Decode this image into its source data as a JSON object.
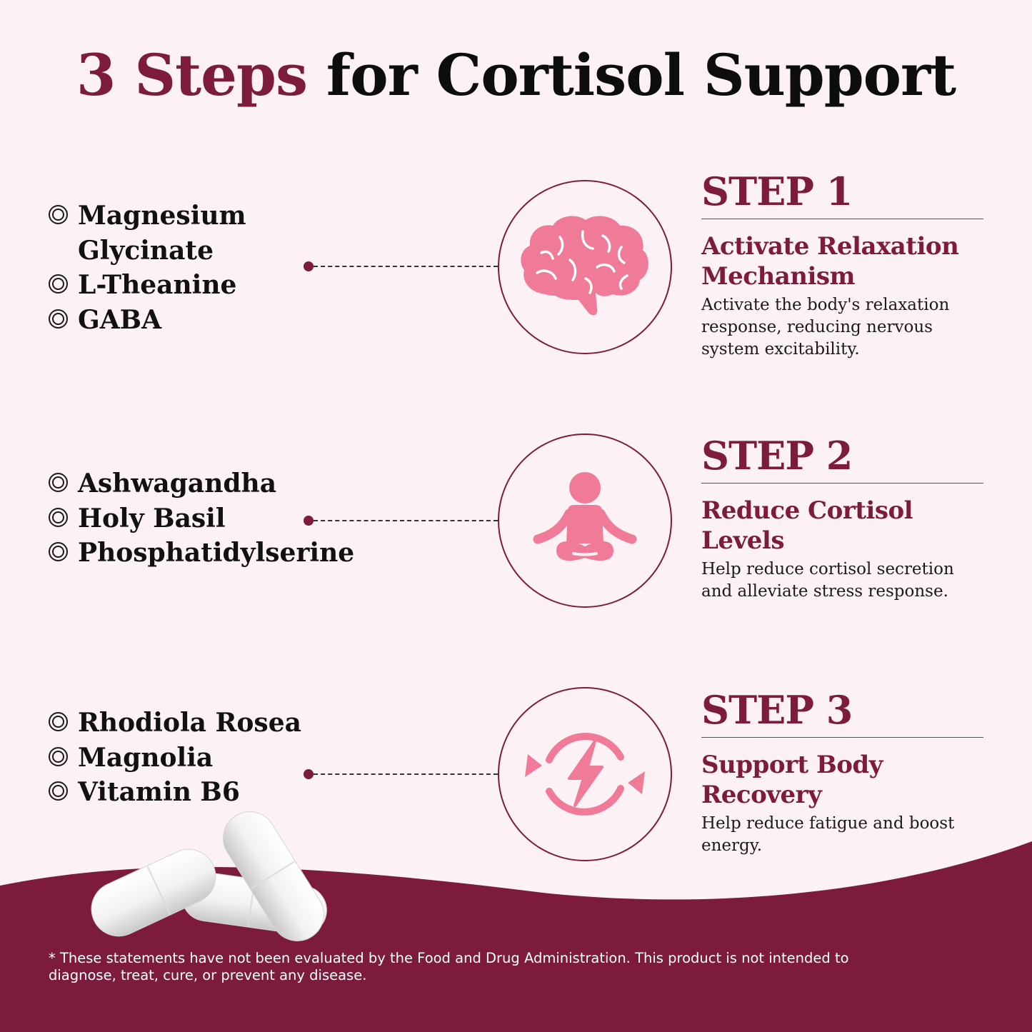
{
  "title": {
    "accent": "3 Steps",
    "rest": "for Cortisol Support"
  },
  "colors": {
    "accent": "#7d1b3c",
    "icon_pink": "#f07b98",
    "background": "#fcf1f5"
  },
  "steps": [
    {
      "label": "STEP 1",
      "heading": "Activate Relaxation Mechanism",
      "description": "Activate the body's relaxation response, reducing nervous system excitability.",
      "icon": "brain-icon",
      "ingredients": [
        "Magnesium Glycinate",
        "L-Theanine",
        "GABA"
      ]
    },
    {
      "label": "STEP 2",
      "heading": "Reduce Cortisol Levels",
      "description": "Help reduce cortisol secretion and alleviate stress response.",
      "icon": "meditation-icon",
      "ingredients": [
        "Ashwagandha",
        "Holy Basil",
        "Phosphatidylserine"
      ]
    },
    {
      "label": "STEP 3",
      "heading": "Support Body Recovery",
      "description": "Help reduce fatigue and boost energy.",
      "icon": "energy-cycle-icon",
      "ingredients": [
        "Rhodiola Rosea",
        "Magnolia",
        "Vitamin B6"
      ]
    }
  ],
  "disclaimer": "* These statements have not been evaluated by the Food and Drug Administration. This product is not intended to diagnose, treat, cure, or prevent any disease."
}
